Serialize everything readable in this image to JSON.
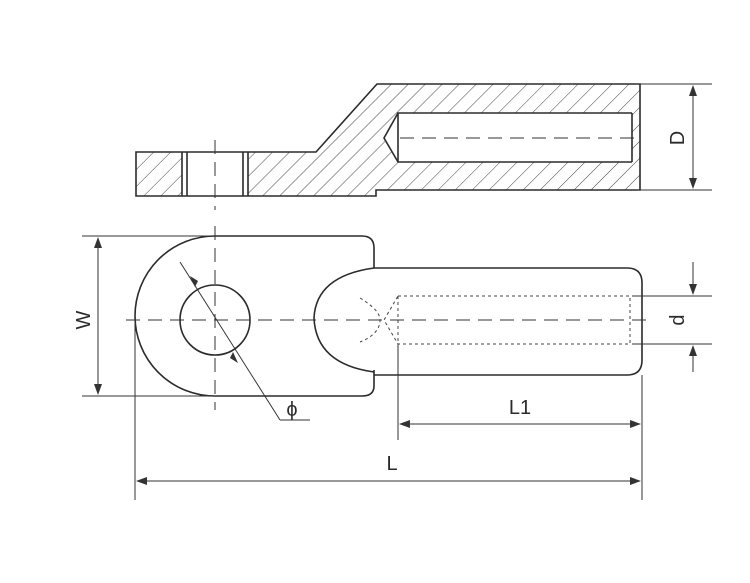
{
  "colors": {
    "line": "#2b2b2b",
    "background": "#ffffff"
  },
  "labels": {
    "D": "D",
    "W": "W",
    "d": "d",
    "phi": "ϕ",
    "L1": "L1",
    "L": "L"
  }
}
